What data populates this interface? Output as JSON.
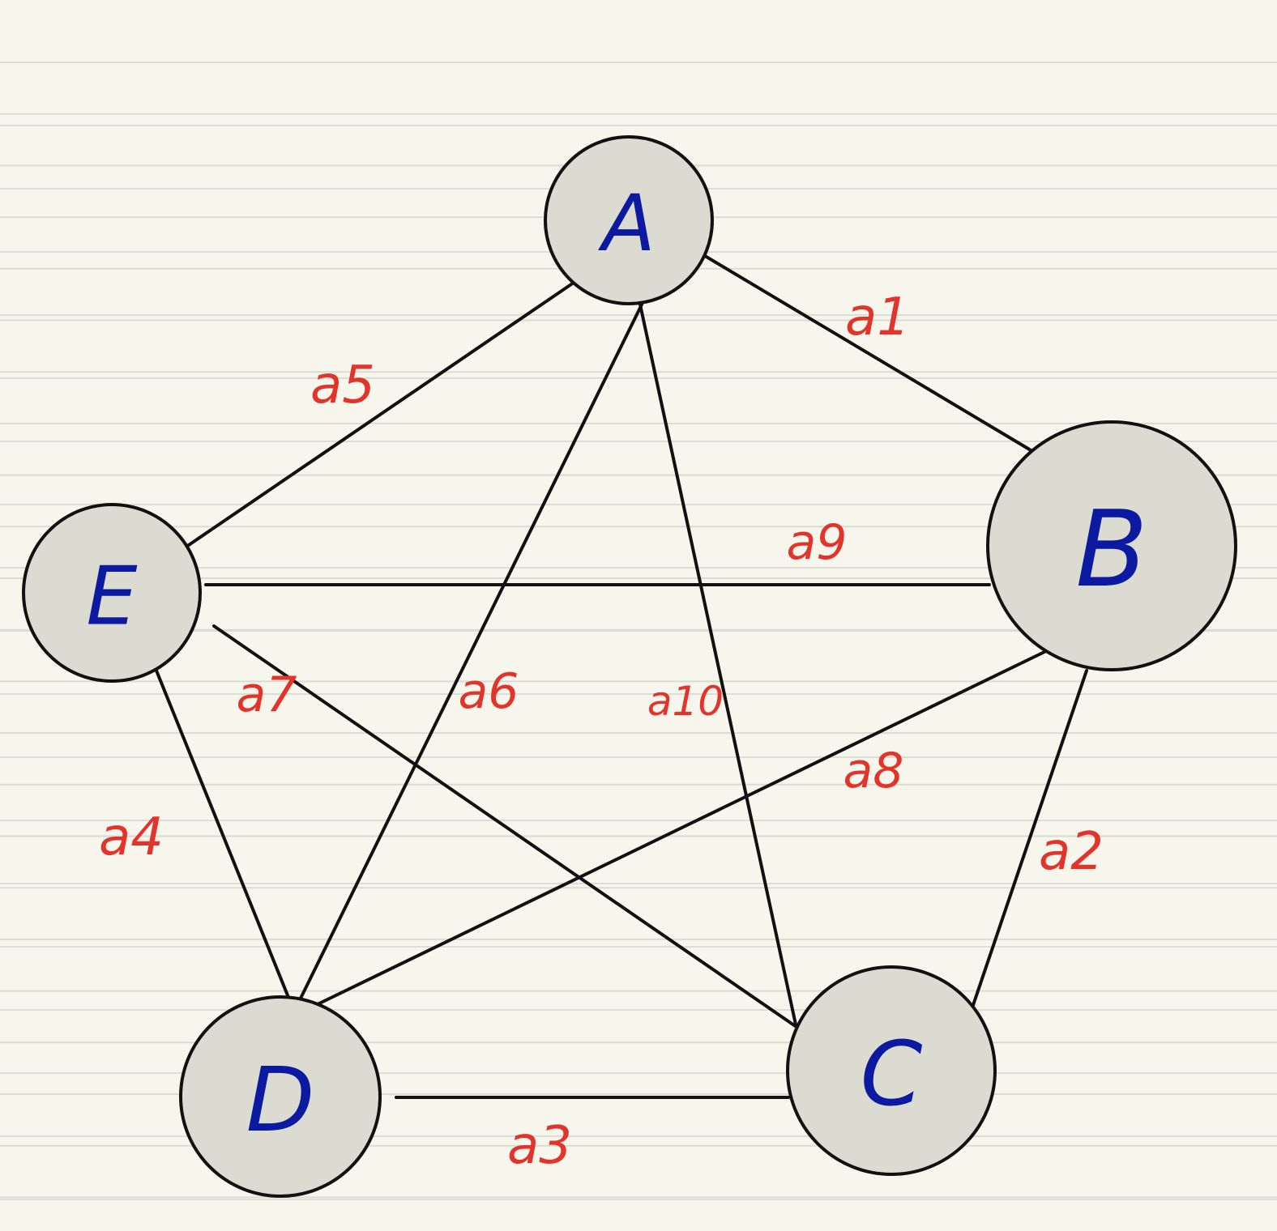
{
  "nodes": [
    {
      "id": "A",
      "label": "A"
    },
    {
      "id": "B",
      "label": "B"
    },
    {
      "id": "C",
      "label": "C"
    },
    {
      "id": "D",
      "label": "D"
    },
    {
      "id": "E",
      "label": "E"
    }
  ],
  "edges": [
    {
      "from": "A",
      "to": "B",
      "label": "a1"
    },
    {
      "from": "B",
      "to": "C",
      "label": "a2"
    },
    {
      "from": "D",
      "to": "C",
      "label": "a3"
    },
    {
      "from": "E",
      "to": "D",
      "label": "a4"
    },
    {
      "from": "A",
      "to": "E",
      "label": "a5"
    },
    {
      "from": "A",
      "to": "D",
      "label": "a6"
    },
    {
      "from": "E",
      "to": "C",
      "label": "a7"
    },
    {
      "from": "B",
      "to": "D",
      "label": "a8"
    },
    {
      "from": "E",
      "to": "B",
      "label": "a9"
    },
    {
      "from": "A",
      "to": "C",
      "label": "a10"
    }
  ],
  "colors": {
    "paper": "#f7f6ed",
    "node_fill": "#dcdbd1",
    "node_label": "#0b1aa0",
    "edge_label": "#e2342b",
    "line": "#111111"
  }
}
